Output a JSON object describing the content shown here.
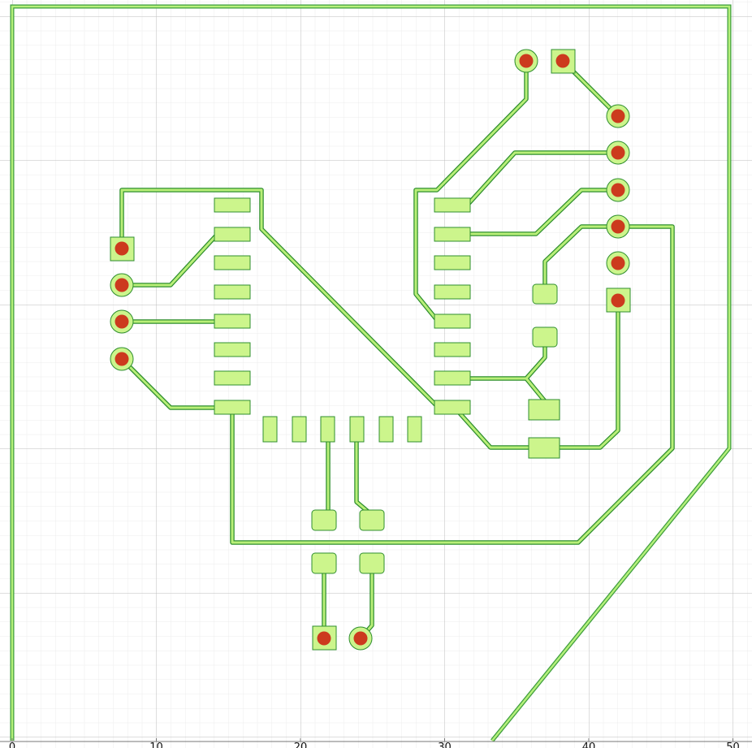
{
  "app": "PCB layout editor",
  "canvas": {
    "background": "#ffffff",
    "grid_minor_color": "#ececec",
    "grid_major_color": "#bdbdbd"
  },
  "colors": {
    "copper_fill": "#ccf58c",
    "copper_stroke": "#2f8f2f",
    "trace_fill": "#b9ef78",
    "drill": "#cc3a1e",
    "outline": "#4ec12f",
    "axis_text": "#111111"
  },
  "x_axis": {
    "ticks": [
      {
        "value": 0,
        "label": "0"
      },
      {
        "value": 10,
        "label": "10"
      },
      {
        "value": 20,
        "label": "20"
      },
      {
        "value": 30,
        "label": "30"
      },
      {
        "value": 40,
        "label": "40"
      },
      {
        "value": 50,
        "label": "50"
      }
    ]
  },
  "components": {
    "ic_u1": {
      "package": "QFN-style SMD",
      "left_pads": 8,
      "right_pads": 8,
      "bottom_pads": 6
    },
    "header_left": {
      "pins": 4
    },
    "header_right": {
      "pins": 6
    },
    "header_top": {
      "pins": 2
    },
    "header_bottom": {
      "pins": 2
    },
    "smd_passives": 6
  }
}
